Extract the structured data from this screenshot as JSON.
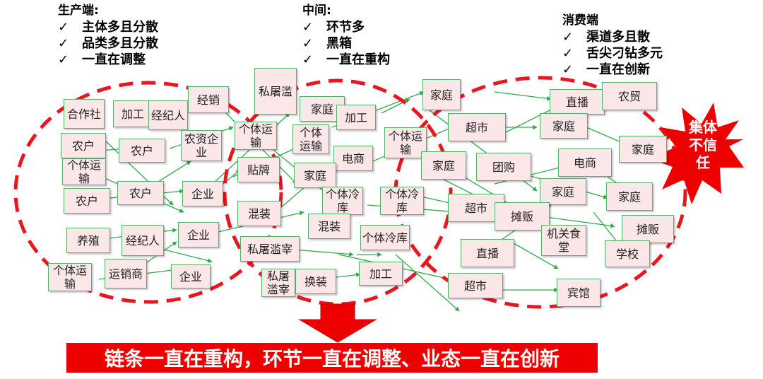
{
  "headers": {
    "producer": {
      "title": "生产端:",
      "items": [
        "主体多且分散",
        "品类多且分散",
        "一直在调整"
      ]
    },
    "middle": {
      "title": "中间:",
      "items": [
        "环节多",
        "黑箱",
        "一直在重构"
      ]
    },
    "consumer": {
      "title": "消费端",
      "items": [
        "渠道多且散",
        "舌尖刁钻多元",
        "一直在创新"
      ]
    },
    "check": "✓"
  },
  "nodes": {
    "hezuoshe": "合作社",
    "jiagong1": "加工",
    "jingjiren1": "经纪人",
    "jingxiao": "经销",
    "nonghu1": "农户",
    "nonghu2": "农户",
    "nongzi": "农资企业",
    "getiyunshu1": "个体运输",
    "nonghu3": "农户",
    "nonghu4": "农户",
    "qiye1": "企业",
    "yangzhi": "养殖",
    "jingjiren2": "经纪人",
    "qiye2": "企业",
    "getiyunshu2": "个体运输",
    "yunxiaoshang": "运销商",
    "qiye3": "企业",
    "siju_top": "私屠滥",
    "jiating1": "家庭",
    "jiagong2": "加工",
    "getiyunshu3": "个体运输",
    "getiyunshu4": "个体运输",
    "tiepai": "贴牌",
    "dianshang1": "电商",
    "jiating2": "家庭",
    "getilengku1": "个体冷库",
    "hunzhuang1": "混装",
    "hunzhuang2": "混装",
    "sizhai": "私屠滥宰",
    "getilengku2": "个体冷库",
    "siju_bot": "私屠滥宰",
    "huanzhuang": "换装",
    "jiagong3": "加工",
    "jiating3": "家庭",
    "getiyunshu5": "个体运输",
    "getilengku3": "个体冷库",
    "chaoshi1": "超市",
    "zhibo1": "直播",
    "nongmao": "农贸",
    "jiating4": "家庭",
    "jiating5": "家庭",
    "jiating6": "家庭",
    "tuangou": "团购",
    "dianshang2": "电商",
    "chaoshi2": "超市",
    "jiating7": "家庭",
    "jiating8": "家庭",
    "tanfan1": "摊贩",
    "tanfan2": "摊贩",
    "zhibo2": "直播",
    "jiguan": "机关食堂",
    "xuexiao": "学校",
    "chaoshi3": "超市",
    "binguan": "宾馆"
  },
  "burst": {
    "text": "集体不信任",
    "color": "#ee0000"
  },
  "banner": {
    "text": "链条一直在重构，环节一直在调整、业态一直在创新",
    "color": "#ee0000"
  },
  "colors": {
    "circle": "#e8171f",
    "arrow": "#2daa4a",
    "node_fill": "#fbe6e8",
    "node_border": "#4fb36a"
  }
}
